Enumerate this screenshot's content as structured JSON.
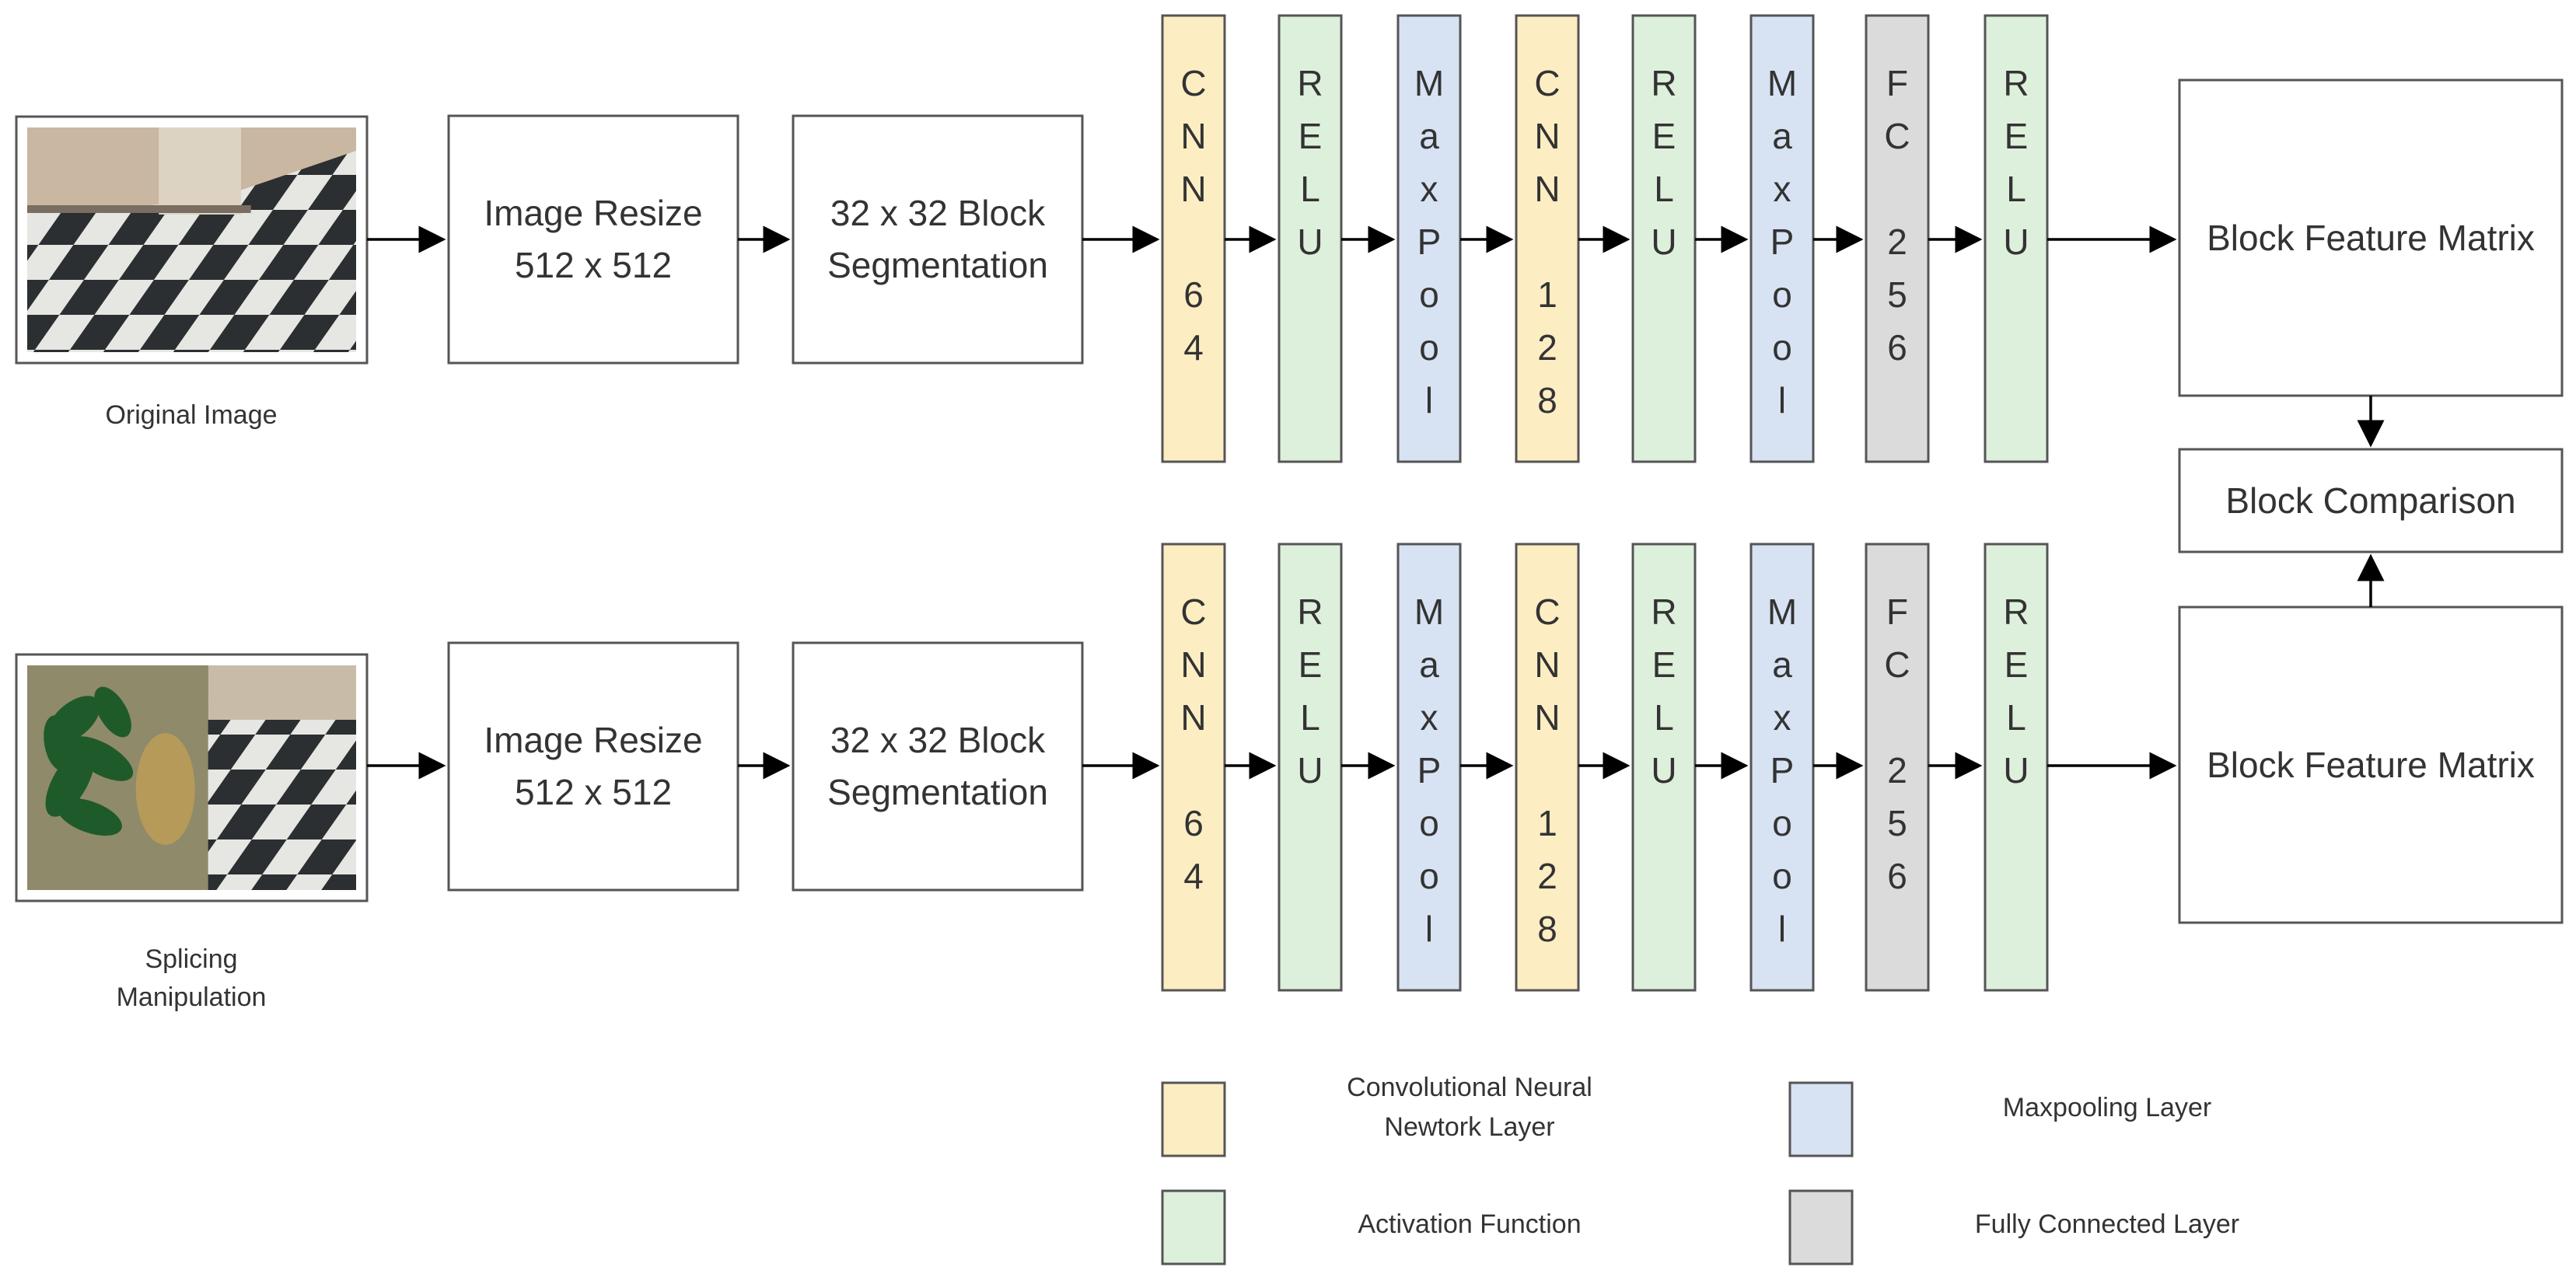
{
  "colors": {
    "cnn": "#fdedc3",
    "activation": "#ddf0dc",
    "maxpool": "#d7e2f3",
    "fc": "#dbdbdb",
    "stroke": "#555555",
    "text": "#333333"
  },
  "pipelines": [
    {
      "name": "original",
      "caption": "Original Image",
      "resize_label": "Image Resize 512 x 512",
      "segment_label": "32 x 32 Block Segmentation",
      "feature_label": "Block Feature Matrix",
      "layers": [
        {
          "type": "cnn",
          "label": "CNN 64"
        },
        {
          "type": "activation",
          "label": "RELU"
        },
        {
          "type": "maxpool",
          "label": "MaxPool"
        },
        {
          "type": "cnn",
          "label": "CNN 128"
        },
        {
          "type": "activation",
          "label": "RELU"
        },
        {
          "type": "maxpool",
          "label": "MaxPool"
        },
        {
          "type": "fc",
          "label": "FC 256"
        },
        {
          "type": "activation",
          "label": "RELU"
        }
      ]
    },
    {
      "name": "splicing",
      "caption": "Splicing Manipulation",
      "resize_label": "Image Resize 512 x 512",
      "segment_label": "32 x 32 Block Segmentation",
      "feature_label": "Block Feature Matrix",
      "layers": [
        {
          "type": "cnn",
          "label": "CNN 64"
        },
        {
          "type": "activation",
          "label": "RELU"
        },
        {
          "type": "maxpool",
          "label": "MaxPool"
        },
        {
          "type": "cnn",
          "label": "CNN 128"
        },
        {
          "type": "activation",
          "label": "RELU"
        },
        {
          "type": "maxpool",
          "label": "MaxPool"
        },
        {
          "type": "fc",
          "label": "FC 256"
        },
        {
          "type": "activation",
          "label": "RELU"
        }
      ]
    }
  ],
  "comparison_label": "Block Comparison",
  "legend": [
    {
      "type": "cnn",
      "label": "Convolutional Neural Newtork Layer"
    },
    {
      "type": "maxpool",
      "label": "Maxpooling Layer"
    },
    {
      "type": "activation",
      "label": "Activation Function"
    },
    {
      "type": "fc",
      "label": "Fully Connected Layer"
    }
  ]
}
